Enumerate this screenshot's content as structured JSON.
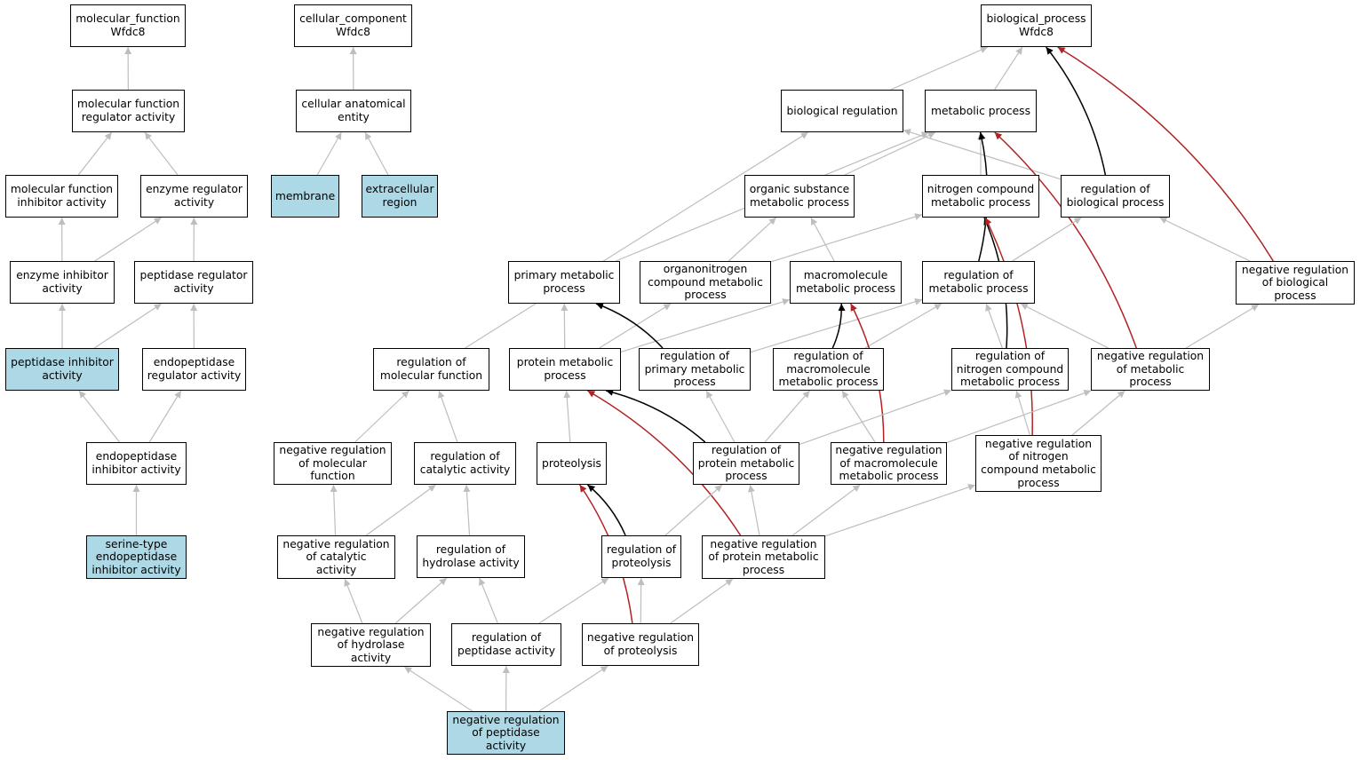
{
  "colors": {
    "highlight": "#add8e6",
    "is_a": "#bebebe",
    "part_of": "#000000",
    "negatively_regulates": "#b22222"
  },
  "nodes": [
    {
      "id": "mf_root",
      "lines": [
        "molecular_function",
        "Wfdc8"
      ],
      "highlight": false
    },
    {
      "id": "mf_reg",
      "lines": [
        "molecular function",
        "regulator activity"
      ],
      "highlight": false
    },
    {
      "id": "mf_inh",
      "lines": [
        "molecular function",
        "inhibitor activity"
      ],
      "highlight": false
    },
    {
      "id": "enz_reg",
      "lines": [
        "enzyme regulator",
        "activity"
      ],
      "highlight": false
    },
    {
      "id": "enz_inh",
      "lines": [
        "enzyme inhibitor",
        "activity"
      ],
      "highlight": false
    },
    {
      "id": "pep_reg",
      "lines": [
        "peptidase regulator",
        "activity"
      ],
      "highlight": false
    },
    {
      "id": "pep_inh",
      "lines": [
        "peptidase inhibitor",
        "activity"
      ],
      "highlight": true
    },
    {
      "id": "endo_reg",
      "lines": [
        "endopeptidase",
        "regulator activity"
      ],
      "highlight": false
    },
    {
      "id": "endo_inh",
      "lines": [
        "endopeptidase",
        "inhibitor activity"
      ],
      "highlight": false
    },
    {
      "id": "serine",
      "lines": [
        "serine-type",
        "endopeptidase",
        "inhibitor activity"
      ],
      "highlight": true
    },
    {
      "id": "cc_root",
      "lines": [
        "cellular_component",
        "Wfdc8"
      ],
      "highlight": false
    },
    {
      "id": "cell_anat",
      "lines": [
        "cellular anatomical",
        "entity"
      ],
      "highlight": false
    },
    {
      "id": "membrane",
      "lines": [
        "membrane"
      ],
      "highlight": true
    },
    {
      "id": "extracell",
      "lines": [
        "extracellular",
        "region"
      ],
      "highlight": true
    },
    {
      "id": "bp_root",
      "lines": [
        "biological_process",
        "Wfdc8"
      ],
      "highlight": false
    },
    {
      "id": "bio_reg",
      "lines": [
        "biological regulation"
      ],
      "highlight": false
    },
    {
      "id": "met_proc",
      "lines": [
        "metabolic process"
      ],
      "highlight": false
    },
    {
      "id": "org_sub",
      "lines": [
        "organic substance",
        "metabolic process"
      ],
      "highlight": false
    },
    {
      "id": "nitro",
      "lines": [
        "nitrogen compound",
        "metabolic process"
      ],
      "highlight": false
    },
    {
      "id": "reg_bio",
      "lines": [
        "regulation of",
        "biological process"
      ],
      "highlight": false
    },
    {
      "id": "prim_met",
      "lines": [
        "primary metabolic",
        "process"
      ],
      "highlight": false
    },
    {
      "id": "organonit",
      "lines": [
        "organonitrogen",
        "compound metabolic",
        "process"
      ],
      "highlight": false
    },
    {
      "id": "macro",
      "lines": [
        "macromolecule",
        "metabolic process"
      ],
      "highlight": false
    },
    {
      "id": "reg_met",
      "lines": [
        "regulation of",
        "metabolic process"
      ],
      "highlight": false
    },
    {
      "id": "neg_bio",
      "lines": [
        "negative regulation",
        "of biological",
        "process"
      ],
      "highlight": false
    },
    {
      "id": "reg_mol",
      "lines": [
        "regulation of",
        "molecular function"
      ],
      "highlight": false
    },
    {
      "id": "prot_met",
      "lines": [
        "protein metabolic",
        "process"
      ],
      "highlight": false
    },
    {
      "id": "reg_prim",
      "lines": [
        "regulation of",
        "primary metabolic",
        "process"
      ],
      "highlight": false
    },
    {
      "id": "reg_macro",
      "lines": [
        "regulation of",
        "macromolecule",
        "metabolic process"
      ],
      "highlight": false
    },
    {
      "id": "reg_nitro",
      "lines": [
        "regulation of",
        "nitrogen compound",
        "metabolic process"
      ],
      "highlight": false
    },
    {
      "id": "neg_met",
      "lines": [
        "negative regulation",
        "of metabolic",
        "process"
      ],
      "highlight": false
    },
    {
      "id": "neg_mol",
      "lines": [
        "negative regulation",
        "of molecular",
        "function"
      ],
      "highlight": false
    },
    {
      "id": "reg_cat",
      "lines": [
        "regulation of",
        "catalytic activity"
      ],
      "highlight": false
    },
    {
      "id": "proteolysis",
      "lines": [
        "proteolysis"
      ],
      "highlight": false
    },
    {
      "id": "reg_prot",
      "lines": [
        "regulation of",
        "protein metabolic",
        "process"
      ],
      "highlight": false
    },
    {
      "id": "neg_macro",
      "lines": [
        "negative regulation",
        "of macromolecule",
        "metabolic process"
      ],
      "highlight": false
    },
    {
      "id": "neg_nitro",
      "lines": [
        "negative regulation",
        "of nitrogen",
        "compound metabolic",
        "process"
      ],
      "highlight": false
    },
    {
      "id": "neg_cat",
      "lines": [
        "negative regulation",
        "of catalytic",
        "activity"
      ],
      "highlight": false
    },
    {
      "id": "reg_hyd",
      "lines": [
        "regulation of",
        "hydrolase activity"
      ],
      "highlight": false
    },
    {
      "id": "reg_proteol",
      "lines": [
        "regulation of",
        "proteolysis"
      ],
      "highlight": false
    },
    {
      "id": "neg_prot",
      "lines": [
        "negative regulation",
        "of protein metabolic",
        "process"
      ],
      "highlight": false
    },
    {
      "id": "neg_hyd",
      "lines": [
        "negative regulation",
        "of hydrolase",
        "activity"
      ],
      "highlight": false
    },
    {
      "id": "reg_pep",
      "lines": [
        "regulation of",
        "peptidase activity"
      ],
      "highlight": false
    },
    {
      "id": "neg_proteol",
      "lines": [
        "negative regulation",
        "of proteolysis"
      ],
      "highlight": false
    },
    {
      "id": "neg_pep",
      "lines": [
        "negative regulation",
        "of peptidase",
        "activity"
      ],
      "highlight": true
    }
  ],
  "edges": [
    {
      "from": "mf_reg",
      "to": "mf_root",
      "type": "is_a"
    },
    {
      "from": "mf_inh",
      "to": "mf_reg",
      "type": "is_a"
    },
    {
      "from": "enz_reg",
      "to": "mf_reg",
      "type": "is_a"
    },
    {
      "from": "enz_inh",
      "to": "mf_inh",
      "type": "is_a"
    },
    {
      "from": "enz_inh",
      "to": "enz_reg",
      "type": "is_a"
    },
    {
      "from": "pep_reg",
      "to": "enz_reg",
      "type": "is_a"
    },
    {
      "from": "pep_inh",
      "to": "enz_inh",
      "type": "is_a"
    },
    {
      "from": "pep_inh",
      "to": "pep_reg",
      "type": "is_a"
    },
    {
      "from": "endo_reg",
      "to": "pep_reg",
      "type": "is_a"
    },
    {
      "from": "endo_inh",
      "to": "pep_inh",
      "type": "is_a"
    },
    {
      "from": "endo_inh",
      "to": "endo_reg",
      "type": "is_a"
    },
    {
      "from": "serine",
      "to": "endo_inh",
      "type": "is_a"
    },
    {
      "from": "cell_anat",
      "to": "cc_root",
      "type": "is_a"
    },
    {
      "from": "membrane",
      "to": "cell_anat",
      "type": "is_a"
    },
    {
      "from": "extracell",
      "to": "cell_anat",
      "type": "is_a"
    },
    {
      "from": "bio_reg",
      "to": "bp_root",
      "type": "is_a"
    },
    {
      "from": "met_proc",
      "to": "bp_root",
      "type": "is_a"
    },
    {
      "from": "reg_bio",
      "to": "bp_root",
      "type": "part_of"
    },
    {
      "from": "neg_bio",
      "to": "bp_root",
      "type": "negatively_regulates"
    },
    {
      "from": "org_sub",
      "to": "met_proc",
      "type": "is_a"
    },
    {
      "from": "nitro",
      "to": "met_proc",
      "type": "is_a"
    },
    {
      "from": "reg_bio",
      "to": "bio_reg",
      "type": "is_a"
    },
    {
      "from": "reg_met",
      "to": "met_proc",
      "type": "part_of"
    },
    {
      "from": "neg_met",
      "to": "met_proc",
      "type": "negatively_regulates"
    },
    {
      "from": "prim_met",
      "to": "met_proc",
      "type": "is_a"
    },
    {
      "from": "reg_mol",
      "to": "bio_reg",
      "type": "is_a"
    },
    {
      "from": "organonit",
      "to": "org_sub",
      "type": "is_a"
    },
    {
      "from": "organonit",
      "to": "nitro",
      "type": "is_a"
    },
    {
      "from": "macro",
      "to": "org_sub",
      "type": "is_a"
    },
    {
      "from": "reg_met",
      "to": "reg_bio",
      "type": "is_a"
    },
    {
      "from": "neg_bio",
      "to": "reg_bio",
      "type": "is_a"
    },
    {
      "from": "reg_nitro",
      "to": "nitro",
      "type": "part_of"
    },
    {
      "from": "neg_nitro",
      "to": "nitro",
      "type": "negatively_regulates"
    },
    {
      "from": "prot_met",
      "to": "prim_met",
      "type": "is_a"
    },
    {
      "from": "prot_met",
      "to": "organonit",
      "type": "is_a"
    },
    {
      "from": "prot_met",
      "to": "macro",
      "type": "is_a"
    },
    {
      "from": "reg_prim",
      "to": "prim_met",
      "type": "part_of"
    },
    {
      "from": "reg_prim",
      "to": "reg_met",
      "type": "is_a"
    },
    {
      "from": "reg_macro",
      "to": "macro",
      "type": "part_of"
    },
    {
      "from": "reg_macro",
      "to": "reg_met",
      "type": "is_a"
    },
    {
      "from": "neg_macro",
      "to": "macro",
      "type": "negatively_regulates"
    },
    {
      "from": "reg_nitro",
      "to": "reg_met",
      "type": "is_a"
    },
    {
      "from": "neg_met",
      "to": "reg_met",
      "type": "is_a"
    },
    {
      "from": "neg_met",
      "to": "neg_bio",
      "type": "is_a"
    },
    {
      "from": "neg_mol",
      "to": "reg_mol",
      "type": "is_a"
    },
    {
      "from": "reg_cat",
      "to": "reg_mol",
      "type": "is_a"
    },
    {
      "from": "proteolysis",
      "to": "prot_met",
      "type": "is_a"
    },
    {
      "from": "reg_prot",
      "to": "prot_met",
      "type": "part_of"
    },
    {
      "from": "neg_prot",
      "to": "prot_met",
      "type": "negatively_regulates"
    },
    {
      "from": "reg_prot",
      "to": "reg_prim",
      "type": "is_a"
    },
    {
      "from": "reg_prot",
      "to": "reg_macro",
      "type": "is_a"
    },
    {
      "from": "reg_prot",
      "to": "reg_nitro",
      "type": "is_a"
    },
    {
      "from": "neg_macro",
      "to": "reg_macro",
      "type": "is_a"
    },
    {
      "from": "neg_macro",
      "to": "neg_met",
      "type": "is_a"
    },
    {
      "from": "neg_nitro",
      "to": "reg_nitro",
      "type": "is_a"
    },
    {
      "from": "neg_nitro",
      "to": "neg_met",
      "type": "is_a"
    },
    {
      "from": "neg_cat",
      "to": "neg_mol",
      "type": "is_a"
    },
    {
      "from": "neg_cat",
      "to": "reg_cat",
      "type": "is_a"
    },
    {
      "from": "reg_hyd",
      "to": "reg_cat",
      "type": "is_a"
    },
    {
      "from": "reg_proteol",
      "to": "proteolysis",
      "type": "part_of"
    },
    {
      "from": "reg_proteol",
      "to": "reg_prot",
      "type": "is_a"
    },
    {
      "from": "neg_prot",
      "to": "reg_prot",
      "type": "is_a"
    },
    {
      "from": "neg_prot",
      "to": "neg_macro",
      "type": "is_a"
    },
    {
      "from": "neg_prot",
      "to": "neg_nitro",
      "type": "is_a"
    },
    {
      "from": "neg_hyd",
      "to": "neg_cat",
      "type": "is_a"
    },
    {
      "from": "neg_hyd",
      "to": "reg_hyd",
      "type": "is_a"
    },
    {
      "from": "reg_pep",
      "to": "reg_hyd",
      "type": "is_a"
    },
    {
      "from": "reg_pep",
      "to": "reg_proteol",
      "type": "is_a"
    },
    {
      "from": "neg_proteol",
      "to": "proteolysis",
      "type": "negatively_regulates"
    },
    {
      "from": "neg_proteol",
      "to": "reg_proteol",
      "type": "is_a"
    },
    {
      "from": "neg_proteol",
      "to": "neg_prot",
      "type": "is_a"
    },
    {
      "from": "neg_pep",
      "to": "neg_hyd",
      "type": "is_a"
    },
    {
      "from": "neg_pep",
      "to": "reg_pep",
      "type": "is_a"
    },
    {
      "from": "neg_pep",
      "to": "neg_proteol",
      "type": "is_a"
    }
  ]
}
